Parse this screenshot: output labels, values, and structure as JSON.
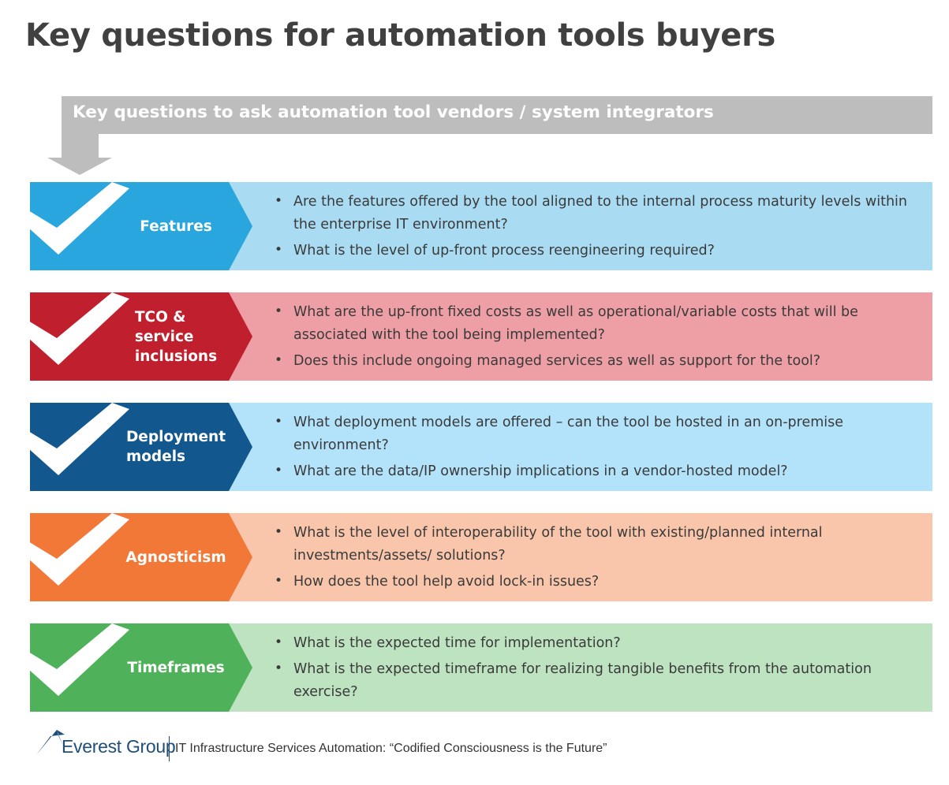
{
  "title": "Key questions for automation tools buyers",
  "banner": "Key questions to ask automation tool vendors / system integrators",
  "colors": {
    "banner": "#bdbdbd",
    "features": {
      "dark": "#29a6dd",
      "light": "#a9dcf2"
    },
    "tco": {
      "dark": "#c0202e",
      "light": "#ee9fa6"
    },
    "deployment": {
      "dark": "#12588f",
      "light": "#b3e3fa"
    },
    "agnosticism": {
      "dark": "#f27837",
      "light": "#f9c6ac"
    },
    "timeframes": {
      "dark": "#4fb25a",
      "light": "#bde3c0"
    }
  },
  "rows": [
    {
      "id": "features",
      "label": [
        "Features"
      ],
      "bullets": [
        "Are the features offered by the tool aligned to the internal process maturity levels within the enterprise IT environment?",
        "What is the level of up-front process reengineering required?"
      ]
    },
    {
      "id": "tco",
      "label": [
        "TCO &",
        "service",
        "inclusions"
      ],
      "bullets": [
        "What are the up-front fixed costs as well as operational/variable costs that will be associated with the tool being implemented?",
        "Does this include ongoing managed services as well as support for the tool?"
      ]
    },
    {
      "id": "deployment",
      "label": [
        "Deployment",
        "models"
      ],
      "bullets": [
        "What deployment models are offered – can the tool be hosted in an on-premise environment?",
        "What are the data/IP ownership implications in a vendor-hosted model?"
      ]
    },
    {
      "id": "agnosticism",
      "label": [
        "Agnosticism"
      ],
      "bullets": [
        "What is the level of interoperability of the tool with existing/planned internal investments/assets/ solutions?",
        "How does the tool help avoid lock-in issues?"
      ]
    },
    {
      "id": "timeframes",
      "label": [
        "Timeframes"
      ],
      "bullets": [
        "What is the expected time for implementation?",
        "What is the expected timeframe for realizing tangible benefits from the automation exercise?"
      ]
    }
  ],
  "footer": {
    "logo_text": "Everest Group",
    "report_title": "IT Infrastructure Services Automation: “Codified Consciousness is the Future”"
  }
}
